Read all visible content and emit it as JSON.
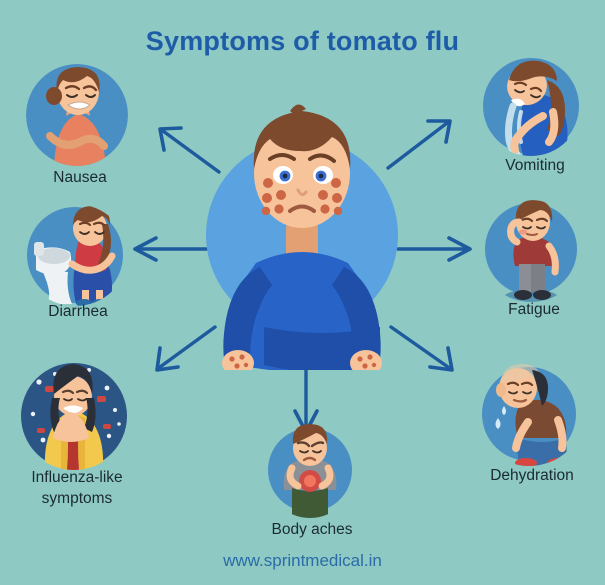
{
  "page": {
    "title": "Symptoms of tomato flu",
    "footer_url": "www.sprintmedical.in",
    "background_color": "#8ecac3",
    "title_color": "#1f5ca8",
    "footer_color": "#2a6ba8",
    "arrow_color": "#1d5a9e"
  },
  "center": {
    "name": "sick-boy-with-rash",
    "description": "Boy with sad face and red rash spots on cheeks and hands, wearing blue sweater",
    "circle_color": "#5ba3e0",
    "hair_color": "#7d4a2e",
    "skin_color": "#f7c39a",
    "sweater_color": "#2864c8",
    "sweater_shade": "#1f4fa8",
    "rash_color": "#cc6644"
  },
  "symptoms": [
    {
      "id": "nausea",
      "label": "Nausea",
      "icon_name": "nausea-icon",
      "circle_color": "#4a8fc4",
      "accent_color": "#e8815f",
      "arrow_direction": "up-left"
    },
    {
      "id": "vomiting",
      "label": "Vomiting",
      "icon_name": "vomiting-icon",
      "circle_color": "#4a8fc4",
      "accent_color": "#2560c0",
      "arrow_direction": "up-right"
    },
    {
      "id": "diarrhea",
      "label": "Diarrhea",
      "icon_name": "diarrhea-icon",
      "circle_color": "#4a8fc4",
      "accent_color": "#cf3b42",
      "arrow_direction": "left"
    },
    {
      "id": "fatigue",
      "label": "Fatigue",
      "icon_name": "fatigue-icon",
      "circle_color": "#4a8fc4",
      "accent_color": "#9e3b38",
      "arrow_direction": "right"
    },
    {
      "id": "influenza-like-symptoms",
      "label_line1": "Influenza-like",
      "label_line2": "symptoms",
      "icon_name": "influenza-symptoms-icon",
      "circle_color": "#2b5584",
      "accent_color": "#f2c94c",
      "arrow_direction": "down-left"
    },
    {
      "id": "dehydration",
      "label": "Dehydration",
      "icon_name": "dehydration-icon",
      "circle_color": "#4a8fc4",
      "accent_color": "#7a4a32",
      "arrow_direction": "down-right"
    },
    {
      "id": "body-aches",
      "label": "Body aches",
      "icon_name": "body-aches-icon",
      "circle_color": "#4a8fc4",
      "accent_color": "#d8473f",
      "arrow_direction": "down"
    }
  ]
}
